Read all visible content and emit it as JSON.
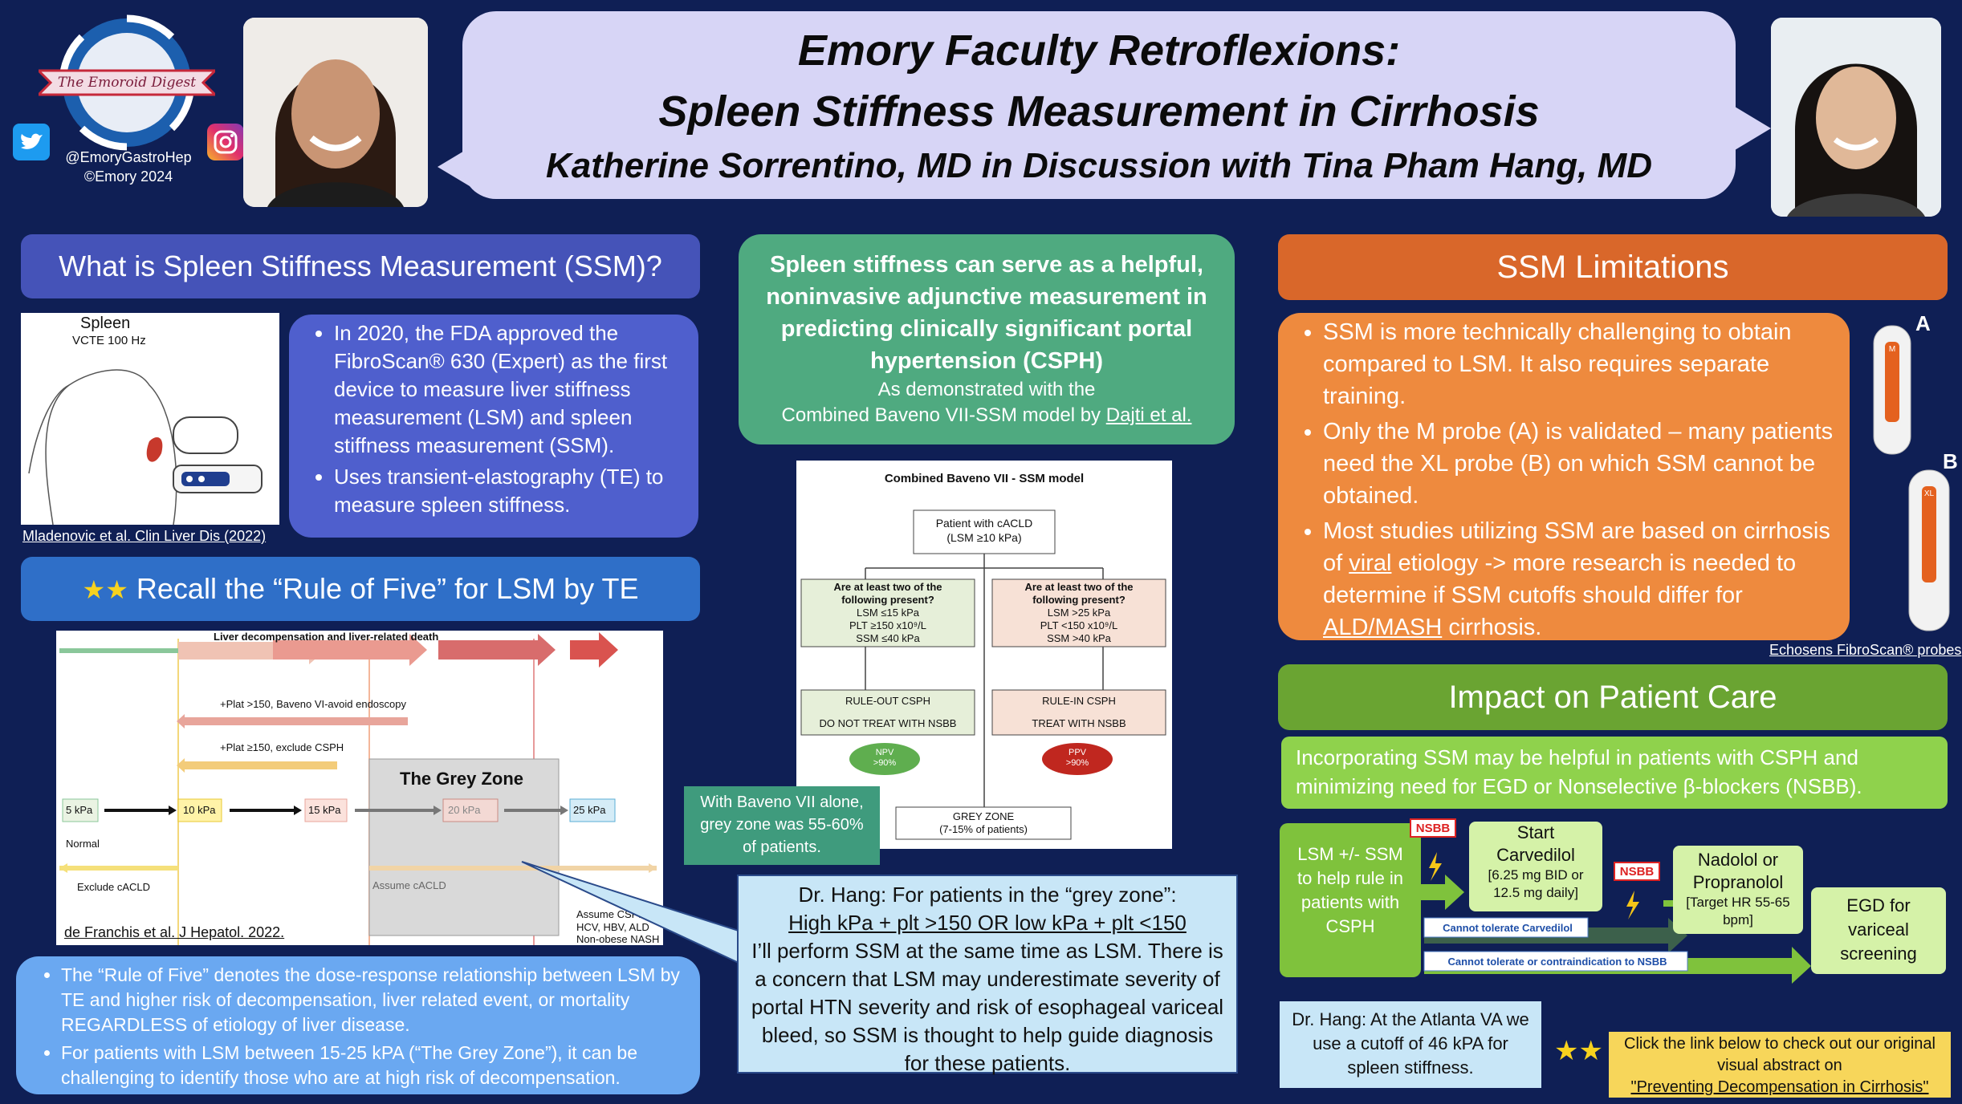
{
  "header": {
    "logo_text": "The Emoroid Digest",
    "handle": "@EmoryGastroHep",
    "copyright": "©Emory 2024",
    "title_line1": "Emory Faculty Retroflexions:",
    "title_line2": "Spleen Stiffness Measurement in Cirrhosis",
    "title_line3": "Katherine Sorrentino, MD in Discussion with Tina Pham Hang, MD"
  },
  "what_is": {
    "heading": "What is Spleen Stiffness Measurement (SSM)?",
    "figure_title": "Spleen",
    "figure_sub": "VCTE 100 Hz",
    "figure_caption": "Mladenovic et al. Clin Liver Dis (2022)",
    "bullets": [
      "In 2020, the FDA approved the FibroScan® 630 (Expert) as the first device to measure liver stiffness measurement (LSM) and spleen stiffness measurement (SSM).",
      "Uses transient-elastography (TE) to measure spleen stiffness."
    ]
  },
  "rule_of_five": {
    "heading": "Recall the “Rule of Five” for LSM by TE",
    "fig": {
      "top_label": "Liver decompensation and liver-related death",
      "plat150_avoid": "+Plat >150, Baveno VI-avoid endoscopy",
      "plat150_exclude": "+Plat ≥150, exclude CSPH",
      "grey_zone": "The Grey Zone",
      "kpa": [
        "5 kPa",
        "10 kPa",
        "15 kPa",
        "20 kPa",
        "25 kPa"
      ],
      "normal": "Normal",
      "exclude": "Exclude cACLD",
      "assume": "Assume cACLD",
      "assume_csph": "Assume CSPH",
      "etiologies": "HCV, HBV, ALD",
      "nonobese": "Non-obese NASH"
    },
    "caption": "de Franchis et al. J Hepatol. 2022.",
    "bullets": [
      "The “Rule of Five” denotes the dose-response relationship between LSM by TE and higher risk of decompensation, liver related event, or mortality REGARDLESS of etiology of liver disease.",
      "For patients with LSM between 15-25 kPA (“The Grey Zone”), it can be challenging to identify those who are at high risk of decompensation."
    ]
  },
  "center": {
    "lead_bold": "Spleen stiffness can serve as a helpful, noninvasive adjunctive measurement in predicting clinically significant portal hypertension (CSPH)",
    "lead_line2": "As demonstrated with the",
    "lead_line3_prefix": "Combined Baveno VII-SSM model by ",
    "lead_link": "Dajti et al.",
    "model": {
      "title": "Combined Baveno VII - SSM model",
      "root_line1": "Patient with cACLD",
      "root_line2": "(LSM ≥10 kPa)",
      "left_q1": "Are at least two of the",
      "left_q2": "following present?",
      "left_items": [
        "LSM ≤15 kPa",
        "PLT ≥150 x10⁹/L",
        "SSM ≤40 kPa"
      ],
      "right_q1": "Are at least two of the",
      "right_q2": "following present?",
      "right_items": [
        "LSM >25 kPa",
        "PLT <150 x10⁹/L",
        "SSM >40 kPa"
      ],
      "rule_out": "RULE-OUT CSPH",
      "no_treat": "DO NOT TREAT WITH NSBB",
      "rule_in": "RULE-IN CSPH",
      "treat": "TREAT WITH NSBB",
      "npv1": "NPV",
      "npv2": ">90%",
      "ppv1": "PPV",
      "ppv2": ">90%",
      "grey1": "GREY ZONE",
      "grey2": "(7-15% of patients)"
    },
    "baveno_note": "With Baveno VII alone, grey zone was 55-60% of patients.",
    "hang_intro": "Dr. Hang: For patients in the “grey zone”:",
    "hang_underline": "High kPa + plt >150 OR low kPa + plt <150",
    "hang_rest": "I’ll perform SSM at the same time as LSM. There is a concern that LSM may underestimate severity of portal HTN severity and risk of esophageal variceal bleed, so SSM is thought to help guide diagnosis for these patients."
  },
  "limitations": {
    "heading": "SSM Limitations",
    "b1": "SSM is more technically challenging to obtain compared to LSM. It also requires separate training.",
    "b2": "Only the M probe (A) is validated – many patients need the XL probe (B) on which SSM cannot be obtained.",
    "b3_pre": "Most studies utilizing SSM are based on cirrhosis of ",
    "b3_viral": "viral",
    "b3_mid": " etiology -> more research is needed to determine if SSM cutoffs should differ for ",
    "b3_ald": "ALD/MASH",
    "b3_post": " cirrhosis.",
    "probe_a": "A",
    "probe_b": "B",
    "probe_m": "M",
    "probe_xl": "XL",
    "probe_caption": "Echosens FibroScan® probes"
  },
  "impact": {
    "heading": "Impact on Patient Care",
    "summary": "Incorporating SSM may be helpful in patients with CSPH and minimizing need for EGD or Nonselective β-blockers (NSBB).",
    "lsm_box": "LSM +/- SSM to help rule in patients with CSPH",
    "nsbb_tag1": "NSBB",
    "nsbb_tag2": "NSBB",
    "carvedilol_title": "Start Carvedilol",
    "carvedilol_dose": "[6.25 mg BID or 12.5 mg daily]",
    "nadolol_title": "Nadolol or Propranolol",
    "nadolol_dose": "[Target HR 55-65 bpm]",
    "egd": "EGD for variceal screening",
    "cannot_carv": "Cannot tolerate Carvedilol",
    "cannot_nsbb": "Cannot tolerate or contraindication to NSBB",
    "atlanta": "Dr. Hang: At the Atlanta VA we use a cutoff of 46 kPA for spleen stiffness.",
    "link_line1": "Click the link below to check out our original visual abstract on",
    "link_text": "\"Preventing Decompensation in Cirrhosis\""
  }
}
